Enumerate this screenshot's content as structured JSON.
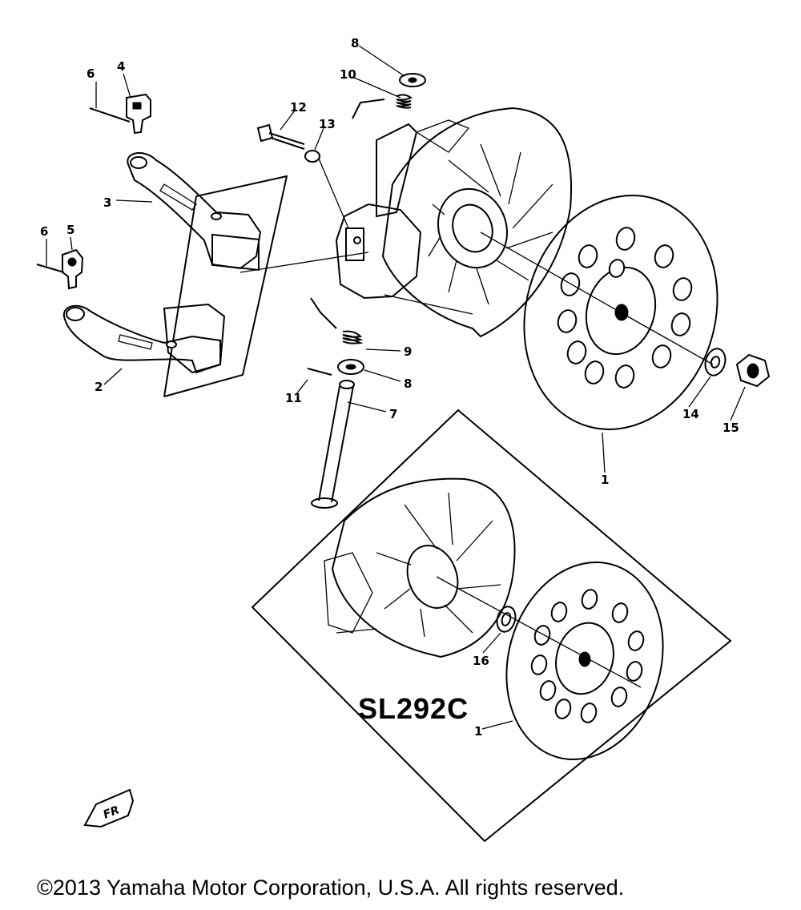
{
  "diagram": {
    "part_numbers": {
      "n1_main": "1",
      "n1_inset": "1",
      "n2": "2",
      "n3": "3",
      "n4": "4",
      "n5": "5",
      "n6a": "6",
      "n6b": "6",
      "n7": "7",
      "n8a": "8",
      "n8b": "8",
      "n9": "9",
      "n10": "10",
      "n11": "11",
      "n12": "12",
      "n13": "13",
      "n14": "14",
      "n15": "15",
      "n16": "16"
    },
    "inset_model": "SL292C",
    "front_marker": "FR",
    "copyright": "©2013 Yamaha Motor Corporation, U.S.A. All rights reserved."
  }
}
